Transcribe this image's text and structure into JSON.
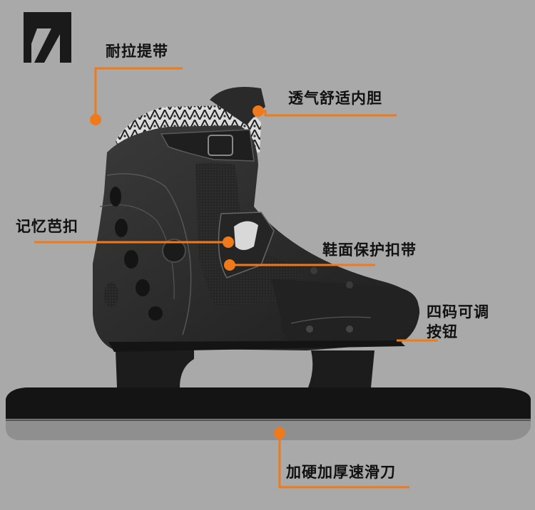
{
  "logo": {
    "icon": "brand-logo-icon"
  },
  "colors": {
    "accent": "#f07a1a",
    "boot": "#2b2b2b",
    "blade_bottom": "#8f8f8f",
    "background": "#a9a9a9"
  },
  "annotations": {
    "strap": "耐拉提带",
    "liner": "透气舒适内胆",
    "memory_buckle": "记忆芭扣",
    "shoe_strap": "鞋面保护扣带",
    "size_adjust_line1": "四码可调",
    "size_adjust_line2": "按钮",
    "blade": "加硬加厚速滑刀"
  }
}
